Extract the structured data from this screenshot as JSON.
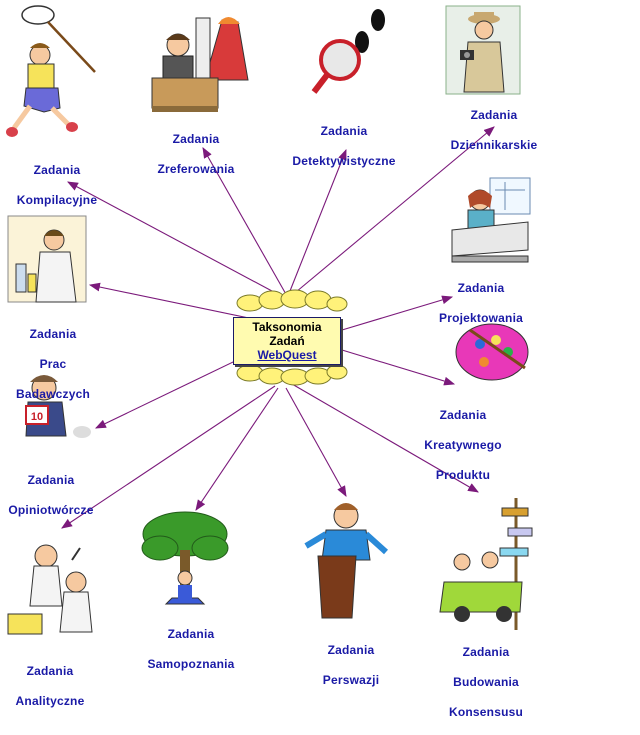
{
  "center": {
    "line1": "Taksonomia",
    "line2": "Zadań",
    "line3": "WebQuest"
  },
  "nodes": [
    {
      "id": "kompilacyjne",
      "line1": "Zadania",
      "line2": "Kompilacyjne",
      "line3": "",
      "icon": "boy-with-butterfly-net-icon"
    },
    {
      "id": "zreferowania",
      "line1": "Zadania",
      "line2": "Zreferowania",
      "line3": "",
      "icon": "presenter-with-volcano-icon"
    },
    {
      "id": "detektywistyczne",
      "line1": "Zadania",
      "line2": "Detektywistyczne",
      "line3": "",
      "icon": "magnifier-footprints-icon"
    },
    {
      "id": "dziennikarskie",
      "line1": "Zadania",
      "line2": "Dziennikarskie",
      "line3": "",
      "icon": "reporter-with-camera-icon"
    },
    {
      "id": "badawczych",
      "line1": "Zadania",
      "line2": "Prac",
      "line3": "Badawczych",
      "icon": "scientist-in-lab-icon"
    },
    {
      "id": "projektowania",
      "line1": "Zadania",
      "line2": "Projektowania",
      "line3": "",
      "icon": "designer-at-drafting-table-icon"
    },
    {
      "id": "kreatywnego",
      "line1": "Zadania",
      "line2": "Kreatywnego",
      "line3": "Produktu",
      "icon": "paint-palette-icon"
    },
    {
      "id": "opiniotworcze",
      "line1": "Zadania",
      "line2": "Opiniotwórcze",
      "line3": "",
      "icon": "judge-with-score-card-icon"
    },
    {
      "id": "analityczne",
      "line1": "Zadania",
      "line2": "Analityczne",
      "line3": "",
      "icon": "two-scientists-icon"
    },
    {
      "id": "samopoznania",
      "line1": "Zadania",
      "line2": "Samopoznania",
      "line3": "",
      "icon": "meditating-under-tree-icon"
    },
    {
      "id": "perswazji",
      "line1": "Zadania",
      "line2": "Perswazji",
      "line3": "",
      "icon": "speaker-at-podium-icon"
    },
    {
      "id": "konsensusu",
      "line1": "Zadania",
      "line2": "Budowania",
      "line3": "Konsensusu",
      "icon": "car-at-signpost-icon"
    }
  ],
  "colors": {
    "arrow": "#7b1a7b",
    "label": "#1a1aa6",
    "cloud": "#fff27a",
    "center_fill": "#fffbb0"
  }
}
